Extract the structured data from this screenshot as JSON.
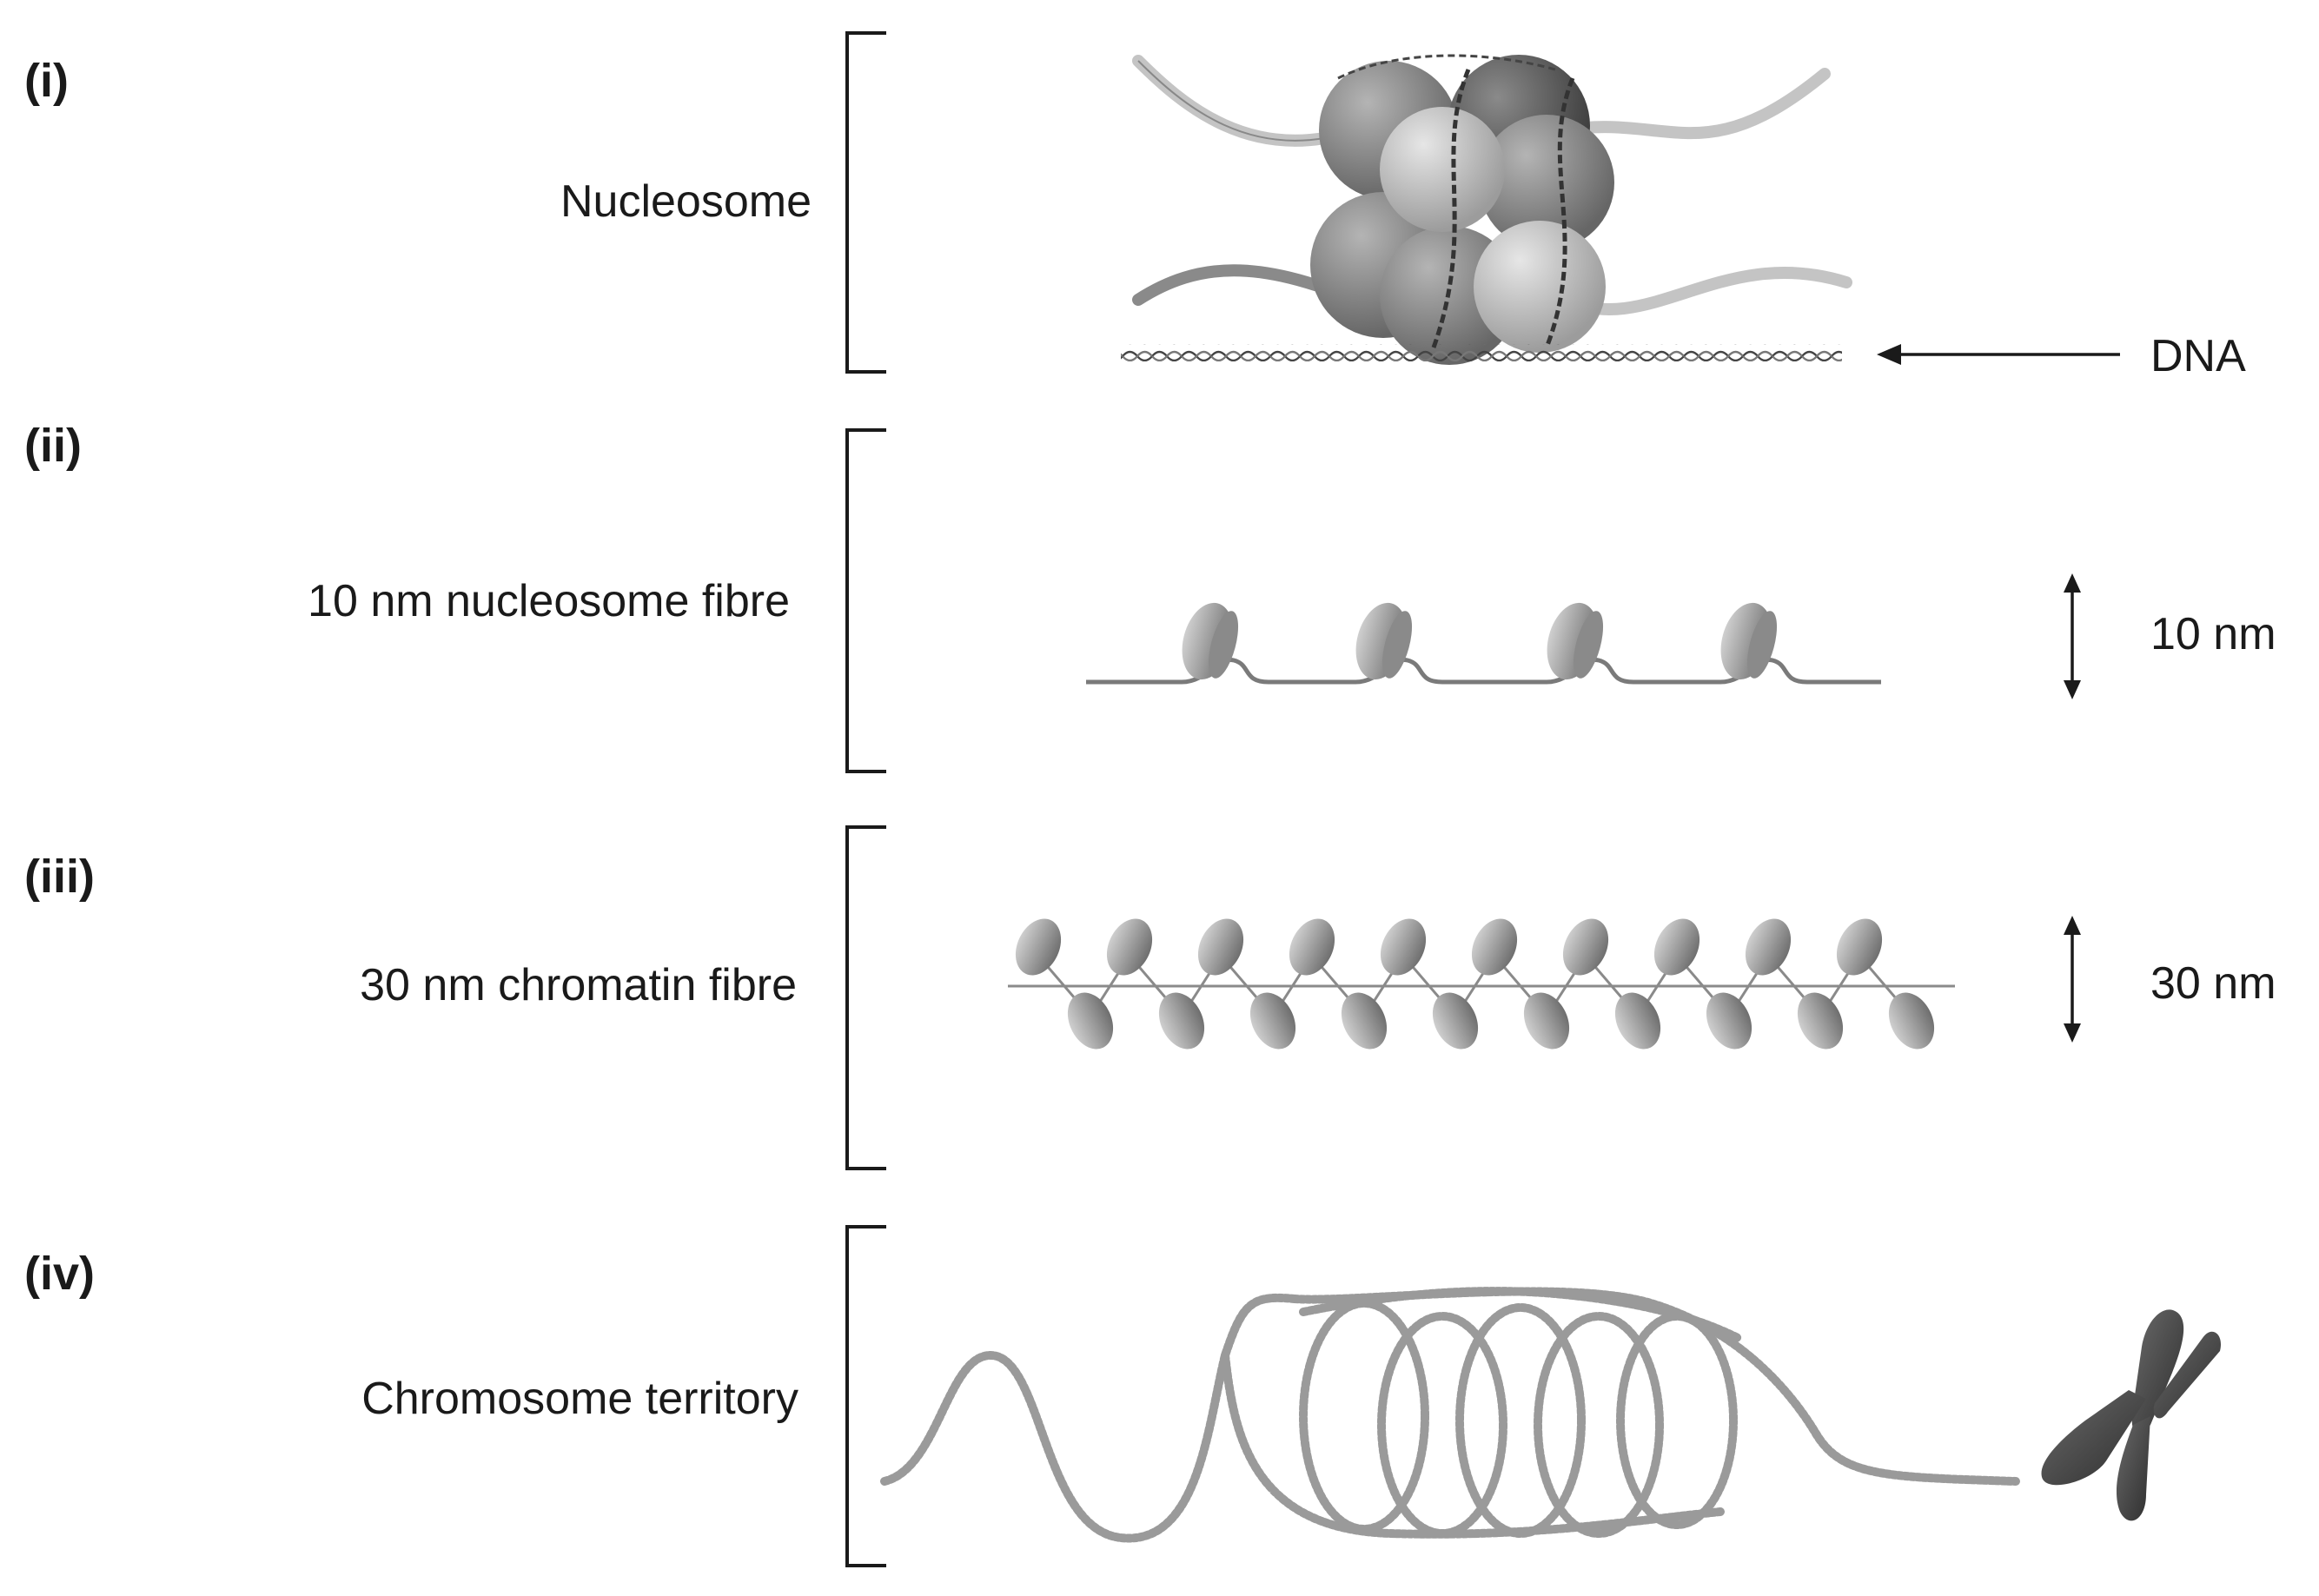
{
  "panels": [
    {
      "numeral": "(i)",
      "label": "Nucleosome"
    },
    {
      "numeral": "(ii)",
      "label": "10 nm nucleosome fibre"
    },
    {
      "numeral": "(iii)",
      "label": "30 nm chromatin fibre"
    },
    {
      "numeral": "(iv)",
      "label": "Chromosome territory"
    }
  ],
  "annotations": {
    "dna_label": "DNA",
    "dim_10": "10 nm",
    "dim_30": "30 nm"
  },
  "colors": {
    "ink": "#1a1a1a",
    "histone_dark": "#6f6f6f",
    "histone_mid": "#9a9a9a",
    "histone_light": "#c8c8c8",
    "dna_strand": "#808080"
  }
}
